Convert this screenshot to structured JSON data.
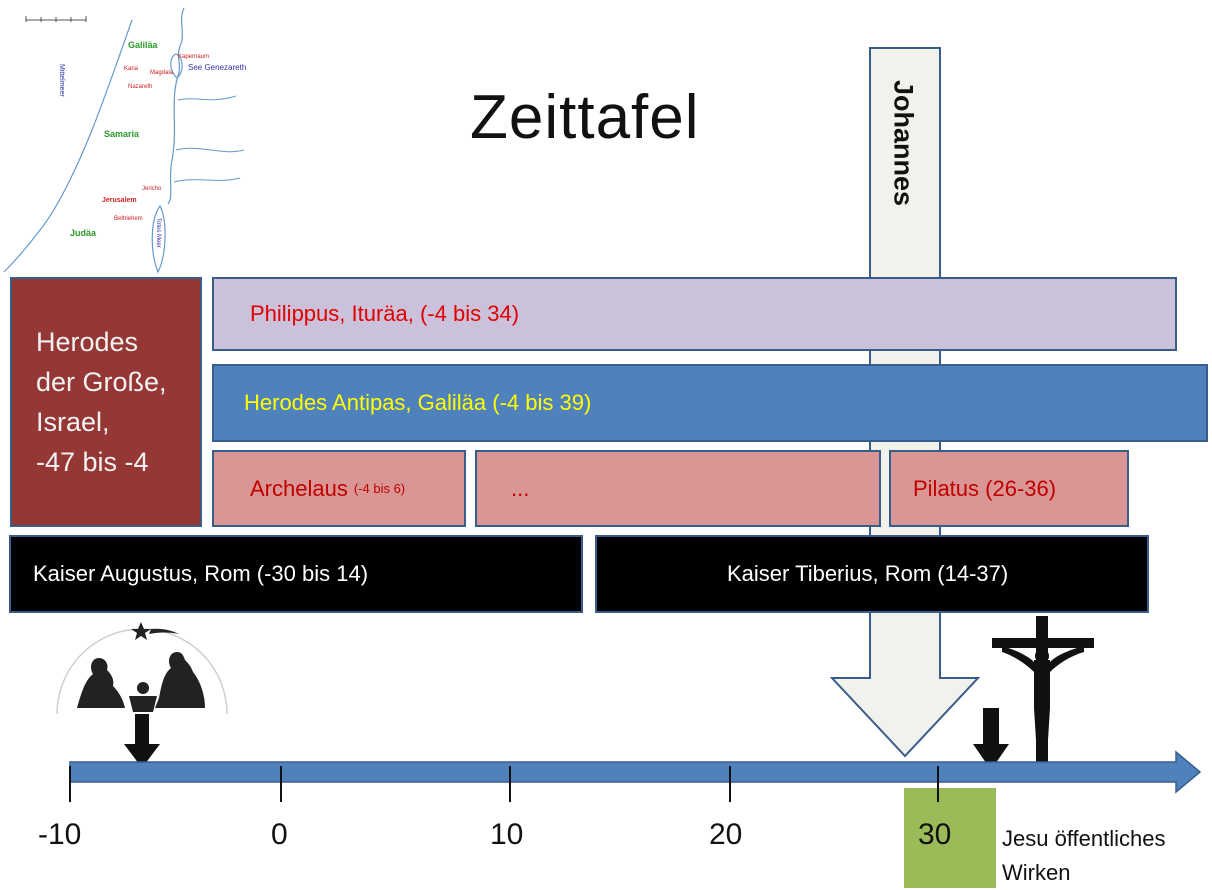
{
  "title": "Zeittafel",
  "johannes": "Johannes",
  "map": {
    "regions": [
      "Galiläa",
      "Samaria",
      "Judäa"
    ],
    "sea": "Mittelmeer",
    "lake": "See Genezareth",
    "dead_sea": "Totes Meer",
    "towns": [
      "Kapernaum",
      "Kana",
      "Magdala",
      "Nazareth",
      "Jericho",
      "Jerusalem",
      "Bethlehem"
    ]
  },
  "bars": {
    "herodes_gross": "Herodes\nder Große,\nIsrael,\n-47 bis -4",
    "philippus": "Philippus, Ituräa, (-4 bis 34)",
    "antipas": "Herodes Antipas, Galiläa (-4 bis 39)",
    "archelaus": "Archelaus",
    "archelaus_years": "(-4 bis 6)",
    "ellipsis": "...",
    "pilatus": "Pilatus (26-36)",
    "augustus": "Kaiser Augustus, Rom (-30 bis 14)",
    "tiberius": "Kaiser Tiberius, Rom (14-37)"
  },
  "axis": {
    "ticks": [
      "-10",
      "0",
      "10",
      "20",
      "30"
    ],
    "wirken": "Jesu öffentliches\nWirken"
  },
  "colors": {
    "herodes_gross": "#953735",
    "philippus": "#ccc1da",
    "antipas": "#4f81bd",
    "pink": "#d99694",
    "black": "#000000",
    "axis": "#4f81bd",
    "green": "#9bbb59"
  }
}
